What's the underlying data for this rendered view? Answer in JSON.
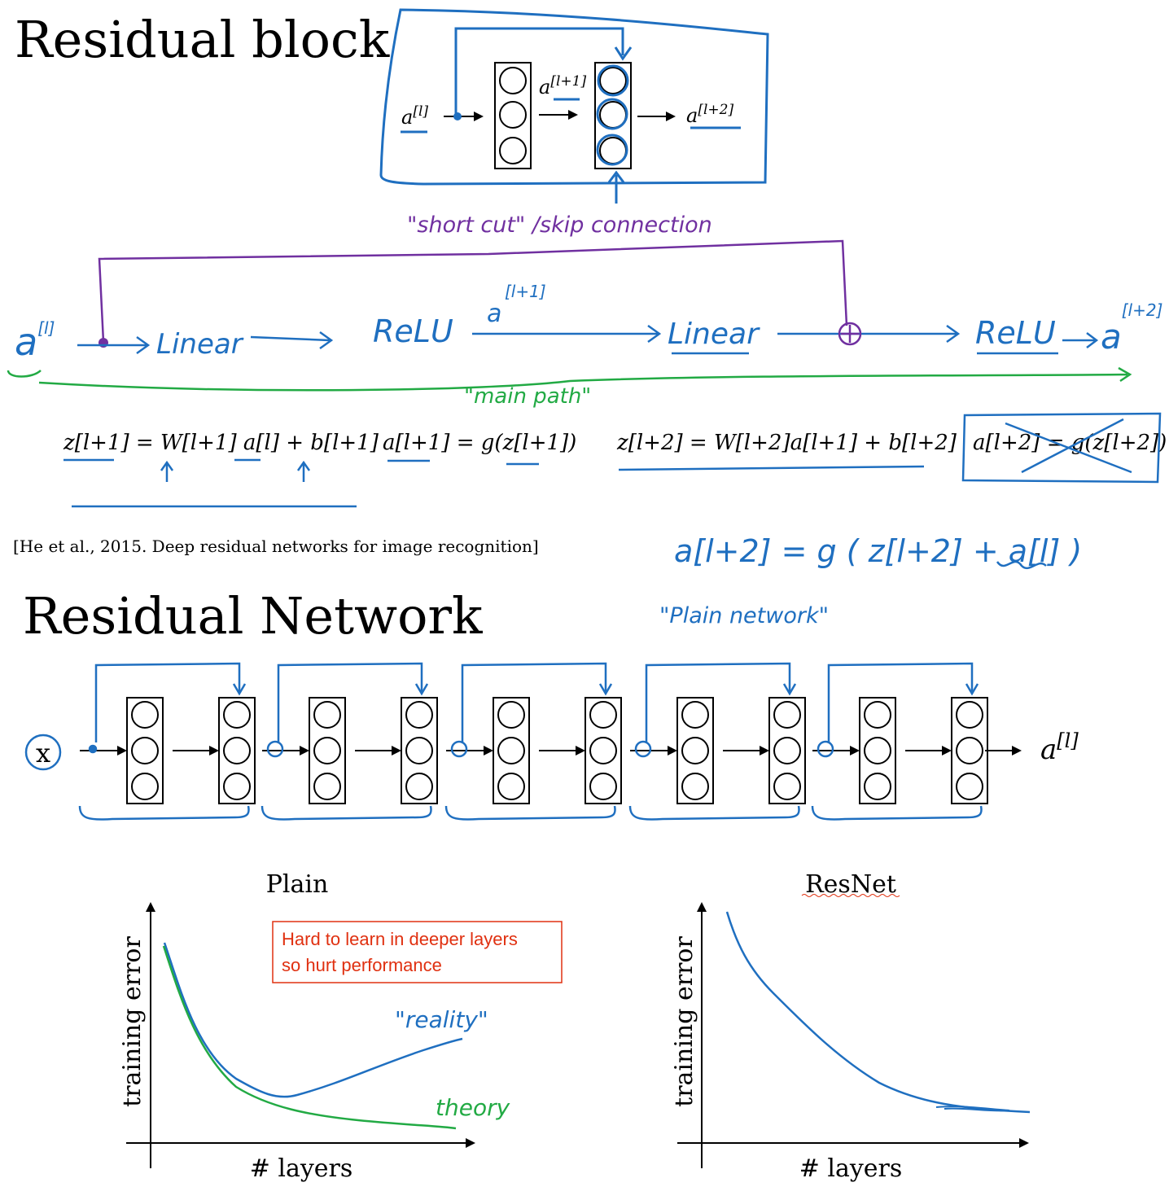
{
  "slide1": {
    "title": "Residual block",
    "block": {
      "input": "a",
      "input_sup": "[l]",
      "mid": "a",
      "mid_sup": "[l+1]",
      "output": "a",
      "output_sup": "[l+2]"
    },
    "shortcut_label": "\"short cut\" /skip connection",
    "path": {
      "input": "a",
      "input_sup": "[l]",
      "steps": [
        "Linear",
        "ReLU",
        "Linear",
        "ReLU"
      ],
      "mid": "a",
      "mid_sup": "[l+1]",
      "output": "a",
      "output_sup": "[l+2]"
    },
    "main_path_label": "\"main path\"",
    "equations": {
      "eq1": "z[l+1] = W[l+1] a[l] + b[l+1]",
      "eq2": "a[l+1] = g(z[l+1])",
      "eq3": "z[l+2] =  W[l+2]a[l+1] + b[l+2]",
      "eq4": "a[l+2] = g(z[l+2])",
      "eq_new": "a[l+2] = g ( z[l+2] + a[l] )"
    },
    "citation": "[He et al., 2015. Deep residual networks for image recognition]"
  },
  "slide2": {
    "title": "Residual Network",
    "plain_network_label": "\"Plain network\"",
    "input": "x",
    "output": "a",
    "output_sup": "[l]",
    "plots": [
      {
        "title": "Plain",
        "ylabel": "training error",
        "xlabel": "# layers",
        "note_line1": "Hard to learn in deeper layers",
        "note_line2": "so hurt performance",
        "reality_label": "\"reality\"",
        "theory_label": "theory"
      },
      {
        "title": "ResNet",
        "ylabel": "training error",
        "xlabel": "# layers"
      }
    ]
  },
  "colors": {
    "blue": "#1f6fc0",
    "purple": "#7030a0",
    "green": "#22aa44",
    "red": "#e03010",
    "black": "#000000"
  }
}
